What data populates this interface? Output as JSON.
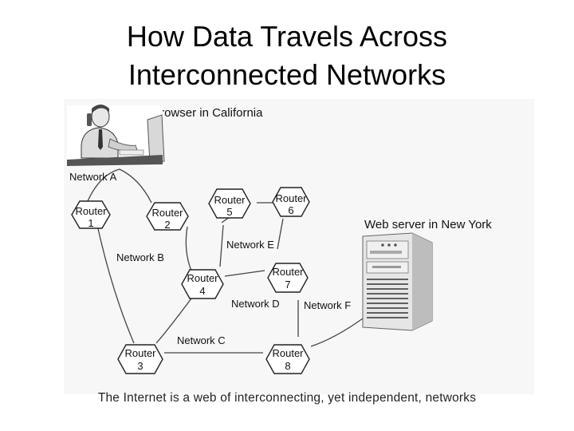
{
  "title": {
    "line1": "How Data Travels Across",
    "line2": "Interconnected Networks"
  },
  "labels": {
    "client": "Web browser in California",
    "server": "Web server in New York"
  },
  "routers": [
    {
      "name": "Router",
      "num": "1"
    },
    {
      "name": "Router",
      "num": "2"
    },
    {
      "name": "Router",
      "num": "5"
    },
    {
      "name": "Router",
      "num": "6"
    },
    {
      "name": "Router",
      "num": "4"
    },
    {
      "name": "Router",
      "num": "7"
    },
    {
      "name": "Router",
      "num": "3"
    },
    {
      "name": "Router",
      "num": "8"
    }
  ],
  "networks": [
    "Network A",
    "Network B",
    "Network E",
    "Network D",
    "Network F",
    "Network C"
  ],
  "caption": "The Internet is a web of interconnecting, yet independent, networks",
  "colors": {
    "background": "#ffffff",
    "diagram_bg": "#f7f7f7",
    "lines": "#444444",
    "text": "#111111"
  },
  "icons": [
    "person-at-computer-icon",
    "server-tower-icon"
  ]
}
